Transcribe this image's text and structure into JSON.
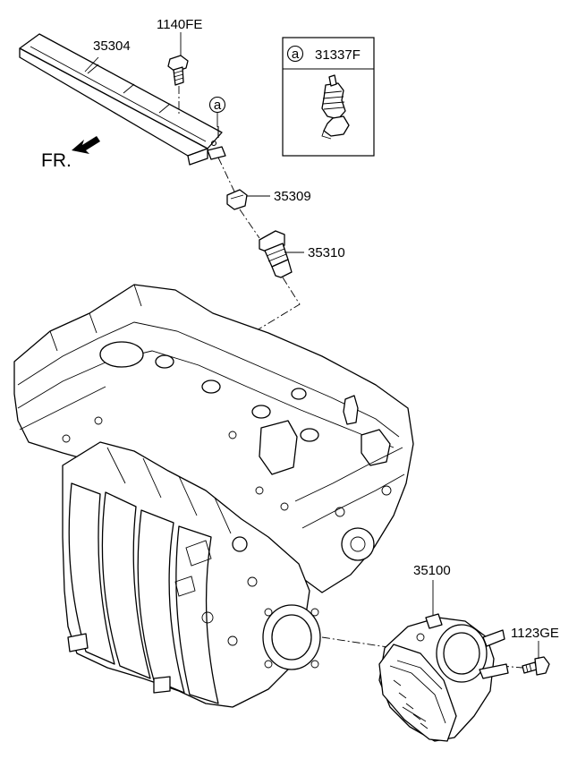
{
  "labels": {
    "fuel_rail": "35304",
    "rail_bolt": "1140FE",
    "clip": "35309",
    "injector": "35310",
    "throttle_body": "35100",
    "throttle_bolt": "1123GE",
    "inset_part": "31337F",
    "inset_ref": "a",
    "callout_ref": "a",
    "front_indicator": "FR."
  }
}
